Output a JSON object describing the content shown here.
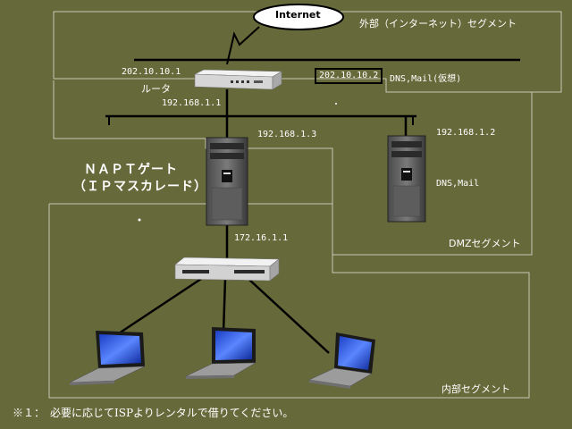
{
  "internet": {
    "label": "Internet"
  },
  "segments": {
    "external": "外部（インターネット）セグメント",
    "dmz": "DMZセグメント",
    "internal": "内部セグメント"
  },
  "router": {
    "name": "ルータ",
    "wan_ip": "202.10.10.1",
    "lan_ip": "192.168.1.1"
  },
  "virtual_server": {
    "ip": "202.10.10.2",
    "label": "DNS,Mail(仮想)"
  },
  "napt_gateway": {
    "title_line1": "ＮＡＰＴゲート",
    "title_line2": "（ＩＰマスカレード）",
    "dmz_ip": "192.168.1.3",
    "internal_ip": "172.16.1.1"
  },
  "dmz_server": {
    "ip": "192.168.1.2",
    "label": "DNS,Mail"
  },
  "footnote": "※１：　必要に応じてISPよりレンタルで借りてください。",
  "colors": {
    "background": "#66693a",
    "line": "#000000",
    "segment_border": "#c8c8b4",
    "label": "#ffffff"
  }
}
